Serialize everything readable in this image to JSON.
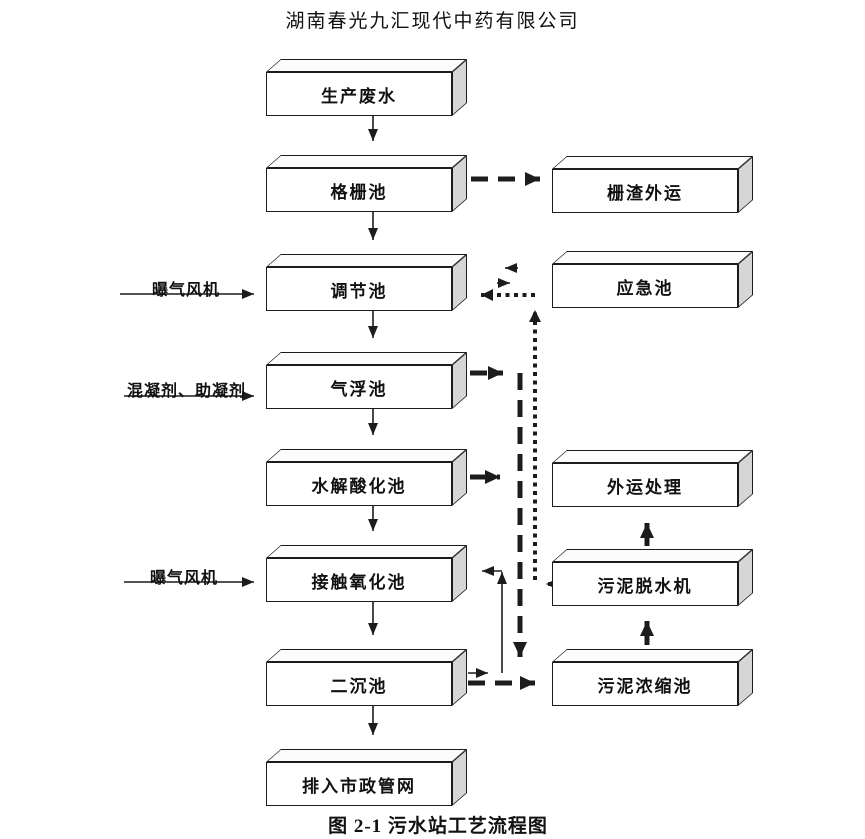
{
  "page": {
    "title": "湖南春光九汇现代中药有限公司",
    "caption": "图 2-1 污水站工艺流程图"
  },
  "nodes": {
    "production_wastewater": "生产废水",
    "grid_tank": "格栅池",
    "regulating_tank": "调节池",
    "air_flotation_tank": "气浮池",
    "hydrolysis_acidification_tank": "水解酸化池",
    "contact_oxidation_tank": "接触氧化池",
    "secondary_sedimentation_tank": "二沉池",
    "municipal_pipe_network": "排入市政管网",
    "grid_residue_transport": "栅渣外运",
    "emergency_tank": "应急池",
    "offsite_treatment": "外运处理",
    "sludge_dewatering_machine": "污泥脱水机",
    "sludge_thickening_tank": "污泥浓缩池"
  },
  "inflow_labels": {
    "aeration_blower_top": "曝气风机",
    "coagulant": "混凝剂、助凝剂",
    "aeration_blower_bottom": "曝气风机"
  },
  "edges": [
    {
      "from": "生产废水",
      "to": "格栅池",
      "style": "solid-thin-arrow"
    },
    {
      "from": "格栅池",
      "to": "栅渣外运",
      "style": "dashed-thick-arrow"
    },
    {
      "from": "格栅池",
      "to": "调节池",
      "style": "solid-thin-arrow"
    },
    {
      "from": "曝气风机",
      "to": "调节池",
      "style": "solid-thin-arrow"
    },
    {
      "from": "应急池",
      "to": "调节池",
      "style": "solid-thin-arrow"
    },
    {
      "from": "调节池",
      "to": "应急池",
      "style": "solid-thin-arrow"
    },
    {
      "from": "污泥脱水机",
      "to": "调节池",
      "style": "dotted-arrow"
    },
    {
      "from": "调节池",
      "to": "气浮池",
      "style": "solid-thin-arrow"
    },
    {
      "from": "混凝剂、助凝剂",
      "to": "气浮池",
      "style": "solid-thin-arrow"
    },
    {
      "from": "气浮池",
      "to": "污泥浓缩池",
      "style": "dashed-thick-arrow"
    },
    {
      "from": "气浮池",
      "to": "水解酸化池",
      "style": "solid-thin-arrow"
    },
    {
      "from": "水解酸化池",
      "to": "污泥浓缩池",
      "style": "dashed-thick-arrow"
    },
    {
      "from": "水解酸化池",
      "to": "接触氧化池",
      "style": "solid-thin-arrow"
    },
    {
      "from": "曝气风机",
      "to": "接触氧化池",
      "style": "solid-thin-arrow"
    },
    {
      "from": "接触氧化池",
      "to": "二沉池",
      "style": "solid-thin-arrow"
    },
    {
      "from": "二沉池",
      "to": "接触氧化池",
      "style": "solid-thin-return-arrow"
    },
    {
      "from": "二沉池",
      "to": "污泥浓缩池",
      "style": "dashed-thick-arrow"
    },
    {
      "from": "二沉池",
      "to": "排入市政管网",
      "style": "solid-thin-arrow"
    },
    {
      "from": "污泥浓缩池",
      "to": "污泥脱水机",
      "style": "solid-thick-arrow"
    },
    {
      "from": "污泥脱水机",
      "to": "外运处理",
      "style": "solid-thick-arrow"
    }
  ],
  "colors": {
    "line": "#1c1c1c",
    "box_front": "#ffffff",
    "box_side": "#d6d6d6",
    "background": "#ffffff"
  }
}
